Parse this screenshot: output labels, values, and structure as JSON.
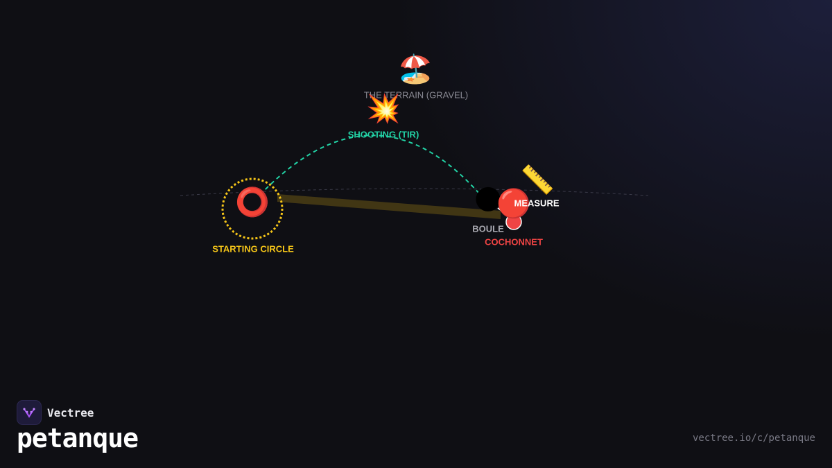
{
  "diagram": {
    "terrain": {
      "icon": "beach-umbrella-icon",
      "glyph": "🏖️",
      "label": "THE TERRAIN (GRAVEL)",
      "color": "#8a8a94"
    },
    "shooting": {
      "icon": "collision-icon",
      "glyph": "💥",
      "label": "SHOOTING (TIR)",
      "color": "#22d3a6"
    },
    "starting_circle": {
      "icon": "hollow-red-circle-icon",
      "glyph": "⭕",
      "label": "STARTING CIRCLE",
      "color": "#f5c518"
    },
    "boule": {
      "icon": "dark-ball-icon",
      "glyph": "🌑",
      "label": "BOULE",
      "color": "#a8a8b0"
    },
    "cochonnet": {
      "icon": "red-ball-icon",
      "glyph": "🔴",
      "label": "COCHONNET",
      "color": "#ef4444"
    },
    "measure": {
      "icon": "ruler-icon",
      "glyph": "📏",
      "label": "MEASURE",
      "color": "#ffffff"
    }
  },
  "footer": {
    "brand_name": "Vectree",
    "title": "petanque",
    "url": "vectree.io/c/petanque"
  }
}
